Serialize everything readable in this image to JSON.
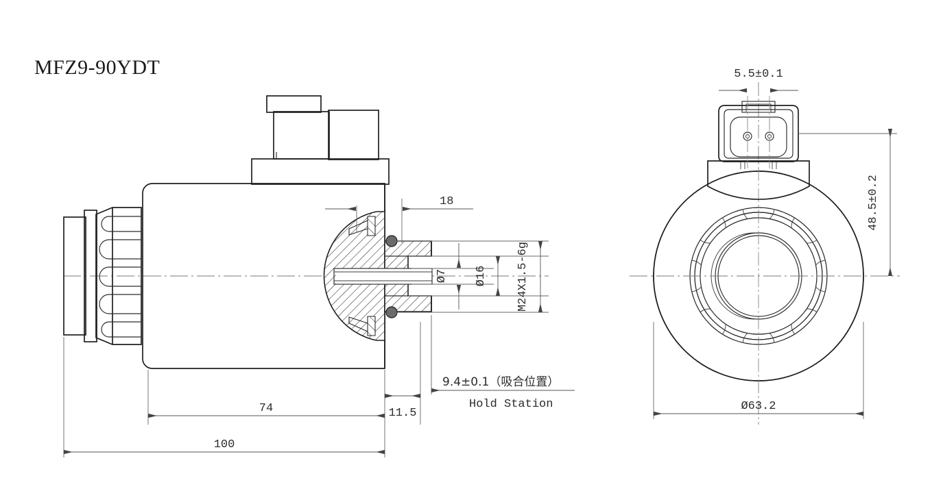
{
  "drawing": {
    "title": "MFZ9-90YDT",
    "type": "engineering-drawing",
    "subject": "hydraulic solenoid coil",
    "views": [
      {
        "name": "side-section-view",
        "position": "left"
      },
      {
        "name": "front-view",
        "position": "right"
      }
    ]
  },
  "dimensions": {
    "side_view": {
      "flange_offset": "18",
      "bore_small": "Ø7",
      "bore_large": "Ø16",
      "thread": "M24X1.5-6g",
      "body_length": "74",
      "nose_length": "11.5",
      "overall_length": "100",
      "hold_station_value": "9.4±0.1（吸合位置）",
      "hold_station_label": "Hold Station"
    },
    "front_view": {
      "connector_width": "5.5±0.1",
      "height_to_center": "48.5±0.2",
      "outer_diameter": "Ø63.2"
    }
  },
  "colors": {
    "line": "#1f1f1f",
    "dim_line": "#555555",
    "center_line": "#777777",
    "oring_fill": "#6b6b6b",
    "background": "#ffffff",
    "text": "#2b2b2b"
  }
}
